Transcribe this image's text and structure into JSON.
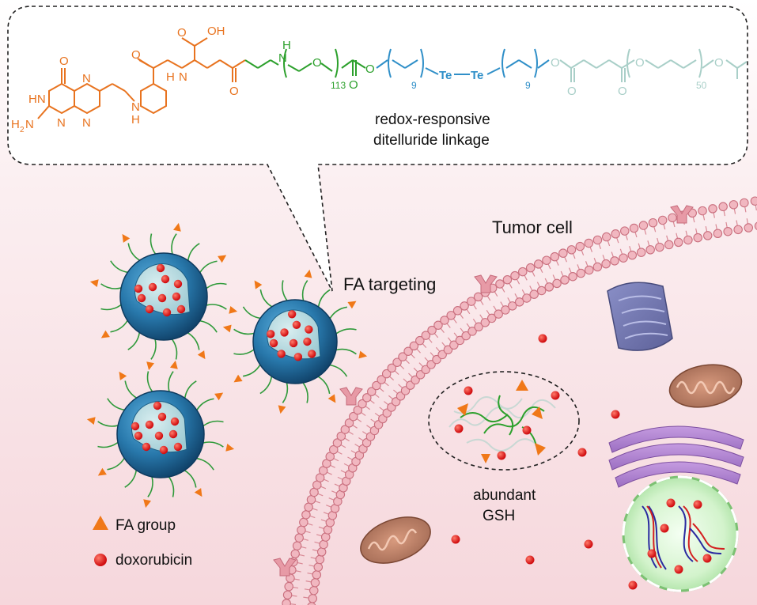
{
  "chemistry": {
    "oh_label": "OH",
    "h_amide_1": "H",
    "n_amide_1": "N",
    "h_amine": "H",
    "n_amine": "N",
    "hn_ring": "HN",
    "h2n": "H",
    "h2n_sub": "2",
    "h2n_n": "N",
    "ring_n": "N",
    "o_label": "O",
    "nh_peg": "N",
    "h_peg": "H",
    "peg_n": "113",
    "alkyl_n1": "9",
    "te1": "Te",
    "te2": "Te",
    "alkyl_n2": "9",
    "pcl_n": "50",
    "caption_line1": "redox-responsive",
    "caption_line2": "ditelluride linkage"
  },
  "labels": {
    "tumor_cell": "Tumor cell",
    "fa_targeting": "FA targeting",
    "abundant": "abundant",
    "gsh": "GSH"
  },
  "legend": {
    "fa_group": "FA group",
    "doxorubicin": "doxorubicin"
  },
  "colors": {
    "folate": "#e8731f",
    "peg": "#2ca02c",
    "ditelluride": "#2f8fc8",
    "pcl": "#a9cfc8",
    "membrane": "#e7a3ad",
    "micelle": "#2a78a8",
    "drug": "#e31a1c",
    "fa_triangle": "#f07818"
  }
}
